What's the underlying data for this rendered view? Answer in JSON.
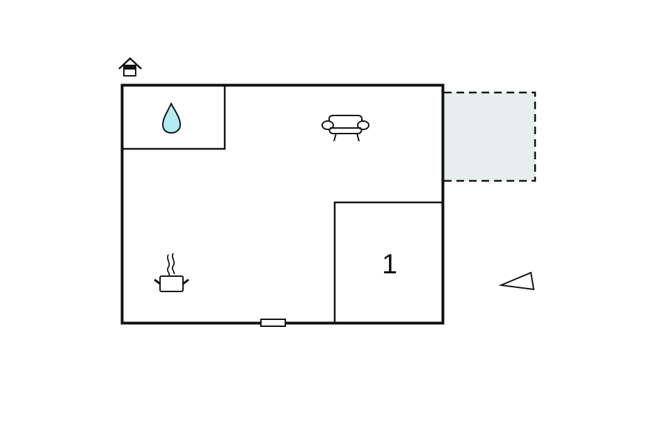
{
  "floorplan": {
    "type": "floor plan",
    "entrance_icon": "house-entrance-icon",
    "rooms": [
      {
        "id": "bathroom",
        "icon": "water-drop-icon",
        "fill": "#b3ecf5"
      },
      {
        "id": "living-room",
        "icon": "sofa-icon"
      },
      {
        "id": "kitchen",
        "icon": "cooking-pot-icon"
      },
      {
        "id": "bedroom",
        "label": "1"
      }
    ],
    "terrace": {
      "style": "dashed",
      "fill": "#e8eeee"
    },
    "window": "window-symbol",
    "compass": "north-arrow-triangle-icon"
  },
  "colors": {
    "wall": "#111111",
    "terrace_fill": "#e8eeee",
    "water": "#b3ecf5"
  }
}
